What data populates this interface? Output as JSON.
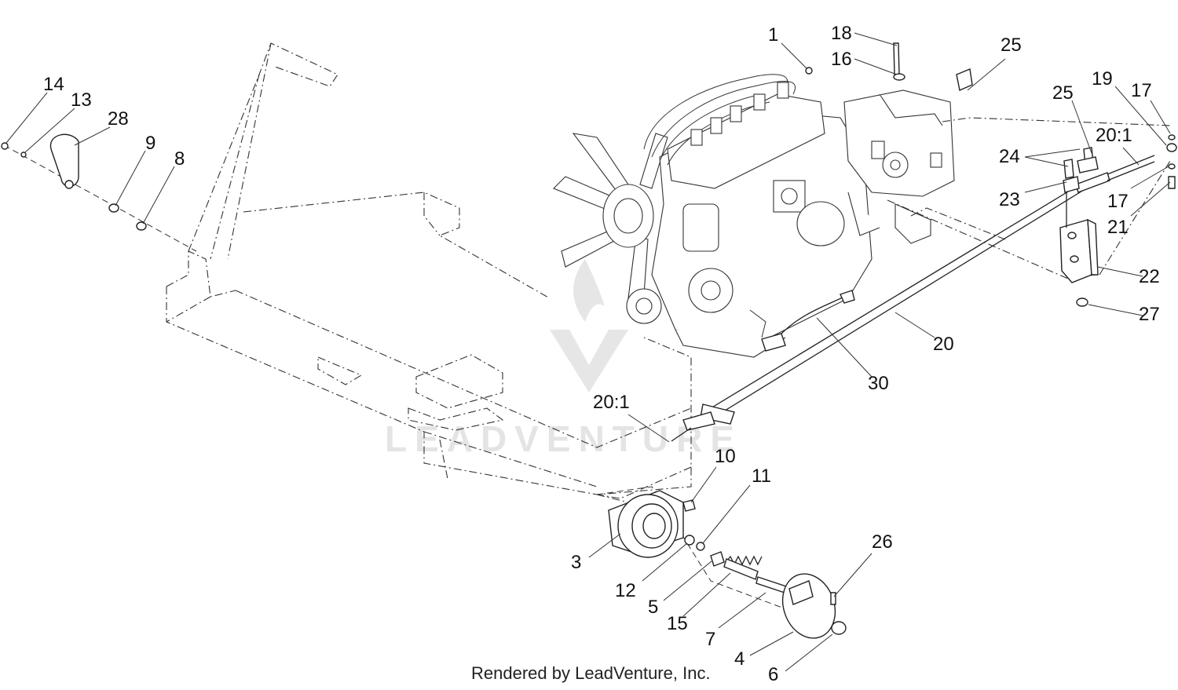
{
  "watermark": "LEADVENTURE",
  "footer": "Rendered by LeadVenture, Inc.",
  "callouts": {
    "c1": "1",
    "c18": "18",
    "c16": "16",
    "c25a": "25",
    "c25b": "25",
    "c19": "19",
    "c17a": "17",
    "c20_1a": "20:1",
    "c24": "24",
    "c23": "23",
    "c17b": "17",
    "c21": "21",
    "c22": "22",
    "c27": "27",
    "c20": "20",
    "c30": "30",
    "c20_1b": "20:1",
    "c14": "14",
    "c13": "13",
    "c28": "28",
    "c9": "9",
    "c8": "8",
    "c10": "10",
    "c11": "11",
    "c3": "3",
    "c12": "12",
    "c5": "5",
    "c15": "15",
    "c7": "7",
    "c26": "26",
    "c4": "4",
    "c6": "6"
  }
}
